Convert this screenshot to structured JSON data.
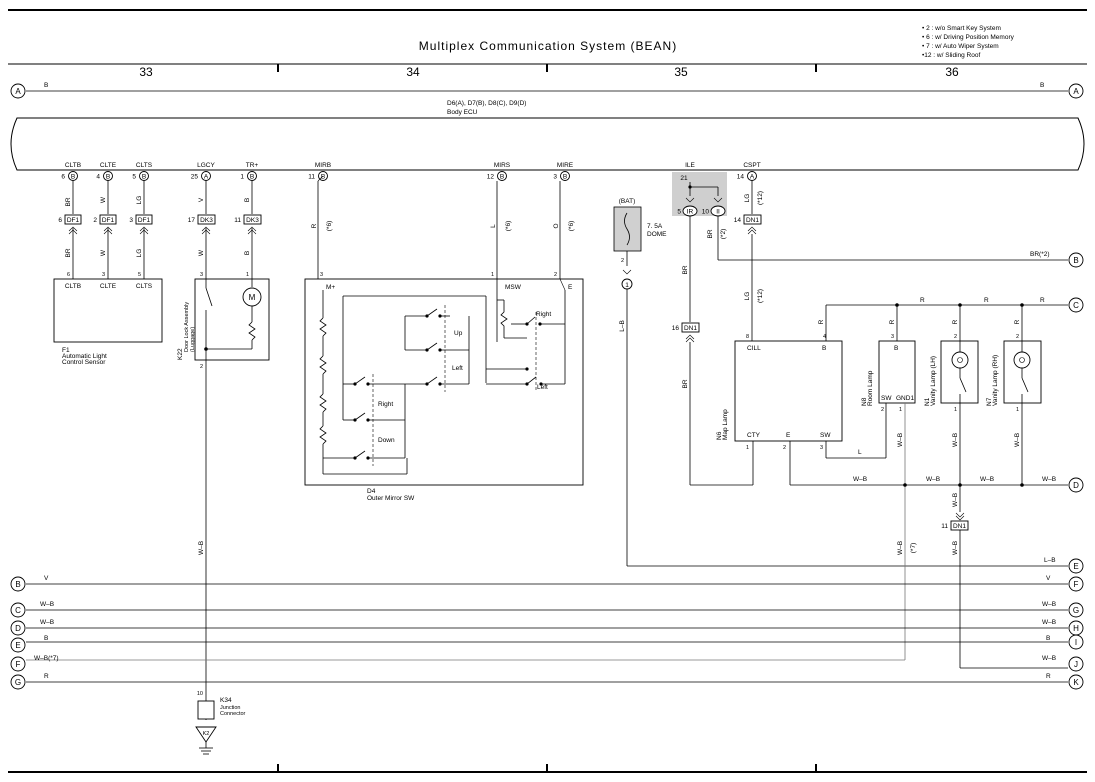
{
  "title": "Multiplex Communication System (BEAN)",
  "notes": [
    "• 2 : w/o Smart Key System",
    "• 6 : w/ Driving Position Memory",
    "• 7 : w/ Auto Wiper System",
    "•12 : w/ Sliding Roof"
  ],
  "columns": [
    "33",
    "34",
    "35",
    "36"
  ],
  "bus_labels": {
    "A": "A",
    "B": "B",
    "C": "C",
    "D": "D",
    "E": "E",
    "F": "F",
    "G": "G",
    "H": "H",
    "I": "I",
    "J": "J",
    "K": "K"
  },
  "ecu": {
    "connectors": "D6(A), D7(B), D8(C), D9(D)",
    "name": "Body ECU"
  },
  "ecu_pins": [
    {
      "label": "CLTB",
      "pin": "6",
      "conn": "B"
    },
    {
      "label": "CLTE",
      "pin": "4",
      "conn": "B"
    },
    {
      "label": "CLTS",
      "pin": "5",
      "conn": "B"
    },
    {
      "label": "LGCY",
      "pin": "25",
      "conn": "A"
    },
    {
      "label": "TR+",
      "pin": "1",
      "conn": "B"
    },
    {
      "label": "MIRB",
      "pin": "11",
      "conn": "B"
    },
    {
      "label": "MIRS",
      "pin": "12",
      "conn": "B"
    },
    {
      "label": "MIRE",
      "pin": "3",
      "conn": "B"
    },
    {
      "label": "ILE",
      "pin": "21",
      "conn": ""
    },
    {
      "label": "CSPT",
      "pin": "14",
      "conn": "A"
    }
  ],
  "wire_colors": {
    "br": "BR",
    "w": "W",
    "lg": "LG",
    "v": "V",
    "b": "B",
    "r": "R",
    "l": "L",
    "o": "O",
    "lb": "L–B",
    "wb": "W–B",
    "brx2": "BR(*2)",
    "wbx7": "W–B(*7)",
    "x6": "(*6)",
    "x2": "(*2)",
    "x12": "(*12)",
    "x7": "(*7)"
  },
  "junctions": {
    "df1": "DF1",
    "dk3": "DK3",
    "dn1": "DN1",
    "ir": "IR",
    "ii": "II"
  },
  "pins": {
    "p1": "1",
    "p2": "2",
    "p3": "3",
    "p4": "4",
    "p5": "5",
    "p6": "6",
    "p8": "8",
    "p10": "10",
    "p11": "11",
    "p14": "14",
    "p16": "16",
    "p17": "17",
    "p21": "21"
  },
  "sensor": {
    "id": "F1",
    "name1": "Automatic Light",
    "name2": "Control Sensor",
    "pins": [
      "CLTB",
      "CLTE",
      "CLTS"
    ]
  },
  "door_lock": {
    "id": "K22",
    "name1": "Door Lock Assembly",
    "name2": "(Luggage)",
    "motor": "M"
  },
  "mirror_sw": {
    "id": "D4",
    "name": "Outer Mirror SW",
    "mplus": "M+",
    "msw": "MSW",
    "e": "E",
    "up": "Up",
    "left": "Left",
    "right": "Right",
    "down": "Down"
  },
  "fuse": {
    "src": "(BAT)",
    "rating": "7. 5A",
    "name": "DOME",
    "conn": "1"
  },
  "map_lamp": {
    "id": "N6",
    "name": "Map Lamp",
    "cill": "CILL",
    "b": "B",
    "cty": "CTY",
    "e": "E",
    "sw": "SW"
  },
  "room_lamp": {
    "id": "N8",
    "name": "Room Lamp",
    "b": "B",
    "sw": "SW",
    "gnd1": "GND1"
  },
  "vanity_lh": {
    "id": "N1",
    "name": "Vanity Lamp (LH)"
  },
  "vanity_rh": {
    "id": "N7",
    "name": "Vanity Lamp (RH)"
  },
  "junction_conn": {
    "id": "K34",
    "name1": "Junction",
    "name2": "Connector",
    "pin": "10",
    "ground": "K2"
  }
}
